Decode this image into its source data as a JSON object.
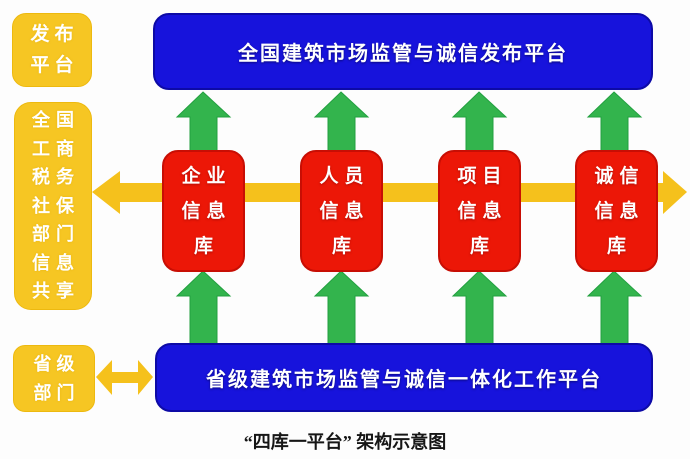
{
  "caption": "“四库一平台” 架构示意图",
  "platforms": {
    "national": "全国建筑市场监管与诚信发布平台",
    "provincial": "省级建筑市场监管与诚信一体化工作平台"
  },
  "side_boxes": {
    "publish": "发布\n平台",
    "national_departments": "全国\n工商\n税务\n社保\n部门\n信息\n共享",
    "provincial_departments": "省级\n部门"
  },
  "databases": [
    {
      "label": "企业\n信息\n库"
    },
    {
      "label": "人员\n信息\n库"
    },
    {
      "label": "项目\n信息\n库"
    },
    {
      "label": "诚信\n信息\n库"
    }
  ],
  "colors": {
    "platform_blue": "#1713dc",
    "database_red": "#ec1707",
    "accent_yellow": "#f5c11c",
    "arrow_green": "#33b44d",
    "arrow_green_dark": "#22a040",
    "caption_black": "#161616"
  }
}
